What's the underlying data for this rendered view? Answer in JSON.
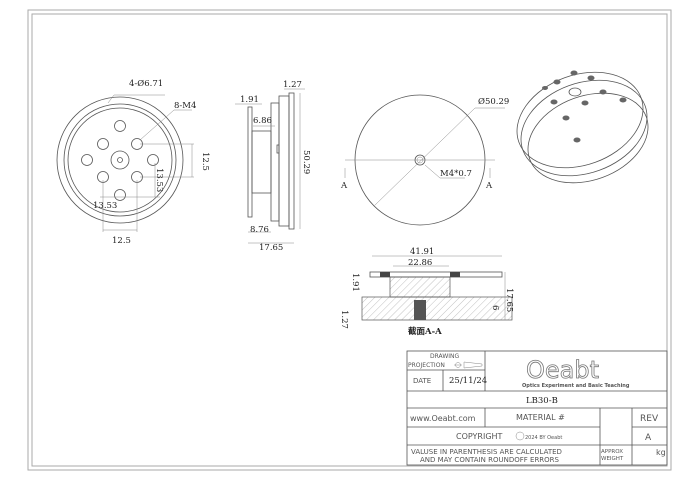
{
  "drawing": {
    "front_view": {
      "holes_callout": "4-Ø6.71",
      "thread_callout": "8-M4",
      "dim_vertical_spacing": "12.5",
      "dim_offset_vertical": "13.53",
      "dim_offset_horizontal": "13.53",
      "dim_horizontal_spacing": "12.5"
    },
    "side_view": {
      "dim_flange": "1.91",
      "dim_lip": "1.27",
      "dim_body": "6.86",
      "dim_diameter": "50.29",
      "dim_base": "8.76",
      "dim_total": "17.65"
    },
    "top_view": {
      "diameter": "Ø50.29",
      "center_thread": "M4*0.7",
      "section_mark_left": "A",
      "section_mark_right": "A"
    },
    "section_view": {
      "dim_outer": "41.91",
      "dim_inner": "22.86",
      "dim_flange": "1.91",
      "dim_total_height": "17.65",
      "dim_base": "6",
      "dim_lip": "1.27",
      "caption": "截面A-A"
    }
  },
  "title_block": {
    "drawing_label": "DRAWING",
    "projection_label": "PROJECTION",
    "date_label": "DATE",
    "date_value": "25/11/24",
    "logo_text": "Oeabt",
    "logo_subtitle": "Optics Experiment and Basic Teaching",
    "part_number": "LB30-B",
    "website": "www.Oeabt.com",
    "material_label": "MATERIAL #",
    "rev_label": "REV",
    "rev_value": "A",
    "copyright_label": "COPYRIGHT",
    "copyright_year": "2024 BY Oeabt",
    "disclaimer_line1": "VALUSE IN PARENTHESIS ARE CALCULATED",
    "disclaimer_line2": "AND MAY CONTAIN ROUNDOFF ERRORS",
    "approx_weight_line1": "APPROX",
    "approx_weight_line2": "WEIGHT",
    "weight_unit": "kg"
  }
}
